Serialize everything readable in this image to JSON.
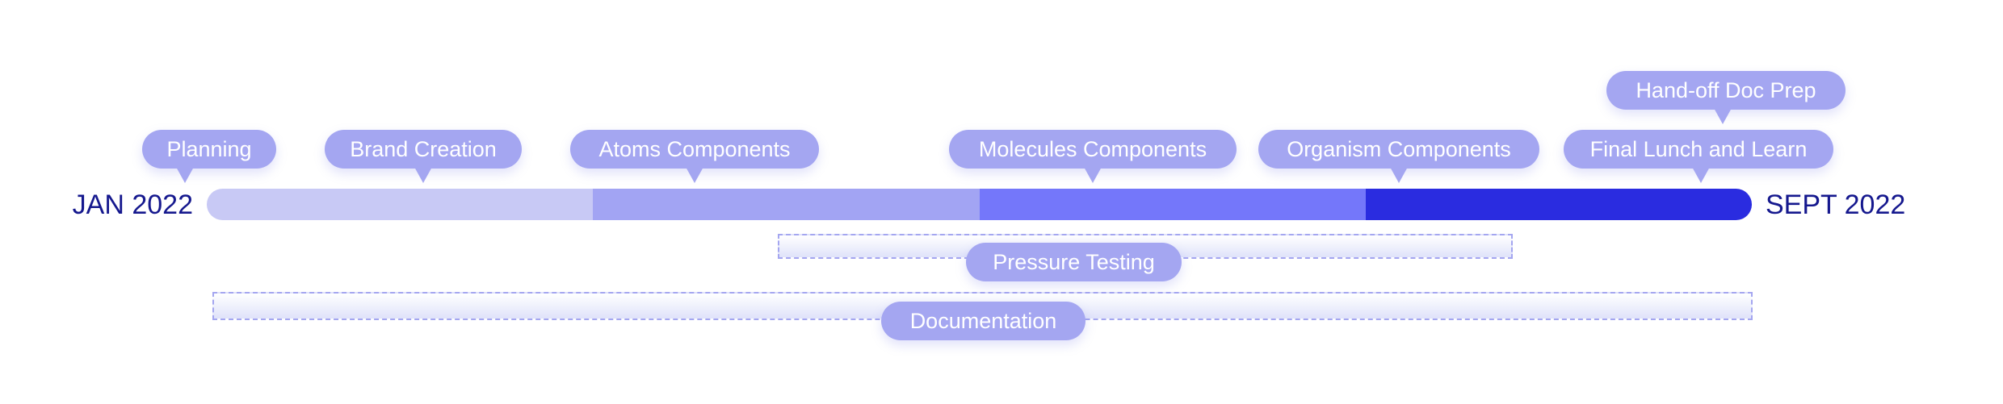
{
  "timeline": {
    "start": "JAN 2022",
    "end": "SEPT 2022",
    "phases": [
      {
        "label": "Planning",
        "start": 0,
        "end": 0,
        "color": ""
      },
      {
        "label": "Brand Creation",
        "start": 0,
        "end": 0.25,
        "color": "#c8c9f5"
      },
      {
        "label": "Atoms Components",
        "start": 0.25,
        "end": 0.5,
        "color": "#a2a4f3"
      },
      {
        "label": "Molecules Components",
        "start": 0.5,
        "end": 0.75,
        "color": "#7477fa"
      },
      {
        "label": "Organism Components",
        "start": 0.75,
        "end": 1,
        "color": "#2a2ce0"
      }
    ],
    "milestones": [
      {
        "label": "Final Lunch and Learn"
      },
      {
        "label": "Hand-off Doc Prep"
      }
    ],
    "ongoing": [
      {
        "label": "Pressure Testing",
        "start": 0.37,
        "end": 0.84
      },
      {
        "label": "Documentation",
        "start": 0,
        "end": 1
      }
    ]
  },
  "colors": {
    "pill": "#a4a6f1",
    "pill_text": "#ffffff",
    "end_label": "#15188e",
    "band_border": "#a4a6f0"
  }
}
